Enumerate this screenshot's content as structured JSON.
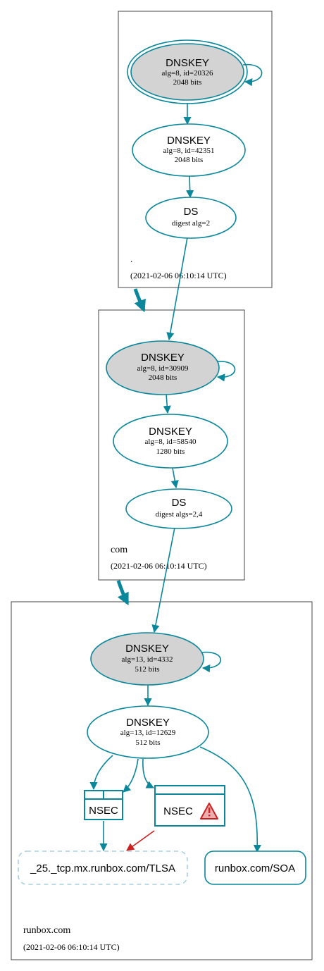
{
  "zones": {
    "root": {
      "name": ".",
      "timestamp": "(2021-02-06 06:10:14 UTC)"
    },
    "com": {
      "name": "com",
      "timestamp": "(2021-02-06 06:10:14 UTC)"
    },
    "runbox": {
      "name": "runbox.com",
      "timestamp": "(2021-02-06 06:10:14 UTC)"
    }
  },
  "nodes": {
    "root_ksk": {
      "title": "DNSKEY",
      "line1": "alg=8, id=20326",
      "line2": "2048 bits"
    },
    "root_zsk": {
      "title": "DNSKEY",
      "line1": "alg=8, id=42351",
      "line2": "2048 bits"
    },
    "root_ds": {
      "title": "DS",
      "line1": "digest alg=2"
    },
    "com_ksk": {
      "title": "DNSKEY",
      "line1": "alg=8, id=30909",
      "line2": "2048 bits"
    },
    "com_zsk": {
      "title": "DNSKEY",
      "line1": "alg=8, id=58540",
      "line2": "1280 bits"
    },
    "com_ds": {
      "title": "DS",
      "line1": "digest algs=2,4"
    },
    "runbox_ksk": {
      "title": "DNSKEY",
      "line1": "alg=13, id=4332",
      "line2": "512 bits"
    },
    "runbox_zsk": {
      "title": "DNSKEY",
      "line1": "alg=13, id=12629",
      "line2": "512 bits"
    },
    "nsec1": {
      "label": "NSEC"
    },
    "nsec2": {
      "label": "NSEC"
    },
    "tlsa": {
      "label": "_25._tcp.mx.runbox.com/TLSA"
    },
    "soa": {
      "label": "runbox.com/SOA"
    }
  },
  "colors": {
    "edge": "#0a879a",
    "ksk_fill": "#d3d3d3",
    "warning": "#cc1f1f",
    "dashed": "#a8cfe0",
    "zone_border": "#444444"
  },
  "icons": {
    "warning": "warning-icon"
  }
}
